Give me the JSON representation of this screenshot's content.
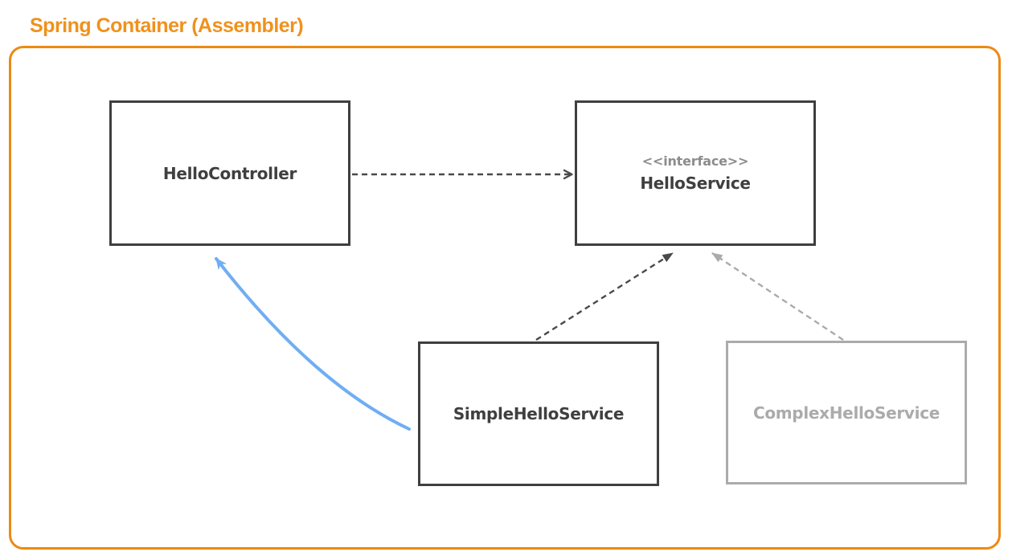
{
  "title": "Spring Container (Assembler)",
  "nodes": {
    "hello_controller": {
      "label": "HelloController"
    },
    "hello_service": {
      "stereotype": "<<interface>>",
      "label": "HelloService"
    },
    "simple_hello_service": {
      "label": "SimpleHelloService"
    },
    "complex_hello_service": {
      "label": "ComplexHelloService",
      "muted": true
    }
  },
  "edges": [
    {
      "from": "HelloController",
      "to": "HelloService",
      "style": "dashed",
      "head": "open-arrow",
      "color": "#4A4A4A"
    },
    {
      "from": "SimpleHelloService",
      "to": "HelloService",
      "style": "dashed",
      "head": "filled-triangle",
      "color": "#4A4A4A"
    },
    {
      "from": "ComplexHelloService",
      "to": "HelloService",
      "style": "dashed",
      "head": "filled-triangle",
      "color": "#ABABAB"
    },
    {
      "from": "SimpleHelloService",
      "to": "HelloController",
      "style": "solid-curve",
      "head": "filled-arrow",
      "color": "#6FAEF2"
    }
  ],
  "colors": {
    "title_orange": "#F0911C",
    "frame_orange": "#EC8A12",
    "node_dark": "#3F3F3F",
    "node_muted": "#ABABAB",
    "stereotype_gray": "#8C8C8C",
    "arrow_dark": "#4A4A4A",
    "arrow_muted": "#ABABAB",
    "arrow_blue": "#6FAEF2"
  }
}
